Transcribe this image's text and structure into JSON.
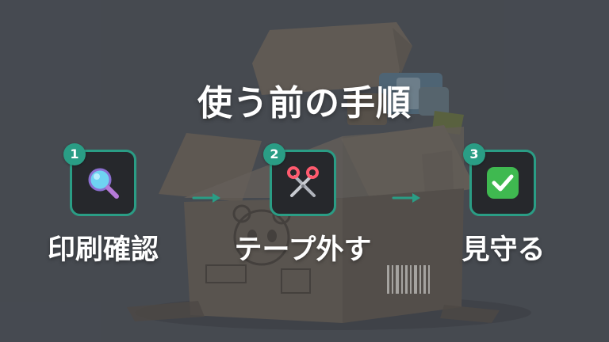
{
  "title": "使う前の手順",
  "steps": [
    {
      "number": "1",
      "icon": "magnifier-icon",
      "label": "印刷確認"
    },
    {
      "number": "2",
      "icon": "scissors-icon",
      "label": "テープ外す"
    },
    {
      "number": "3",
      "icon": "check-mark-icon",
      "label": "見守る"
    }
  ],
  "colors": {
    "background": "#50545b",
    "accent": "#2a9d85",
    "card": "#26282c",
    "text": "#ffffff"
  }
}
